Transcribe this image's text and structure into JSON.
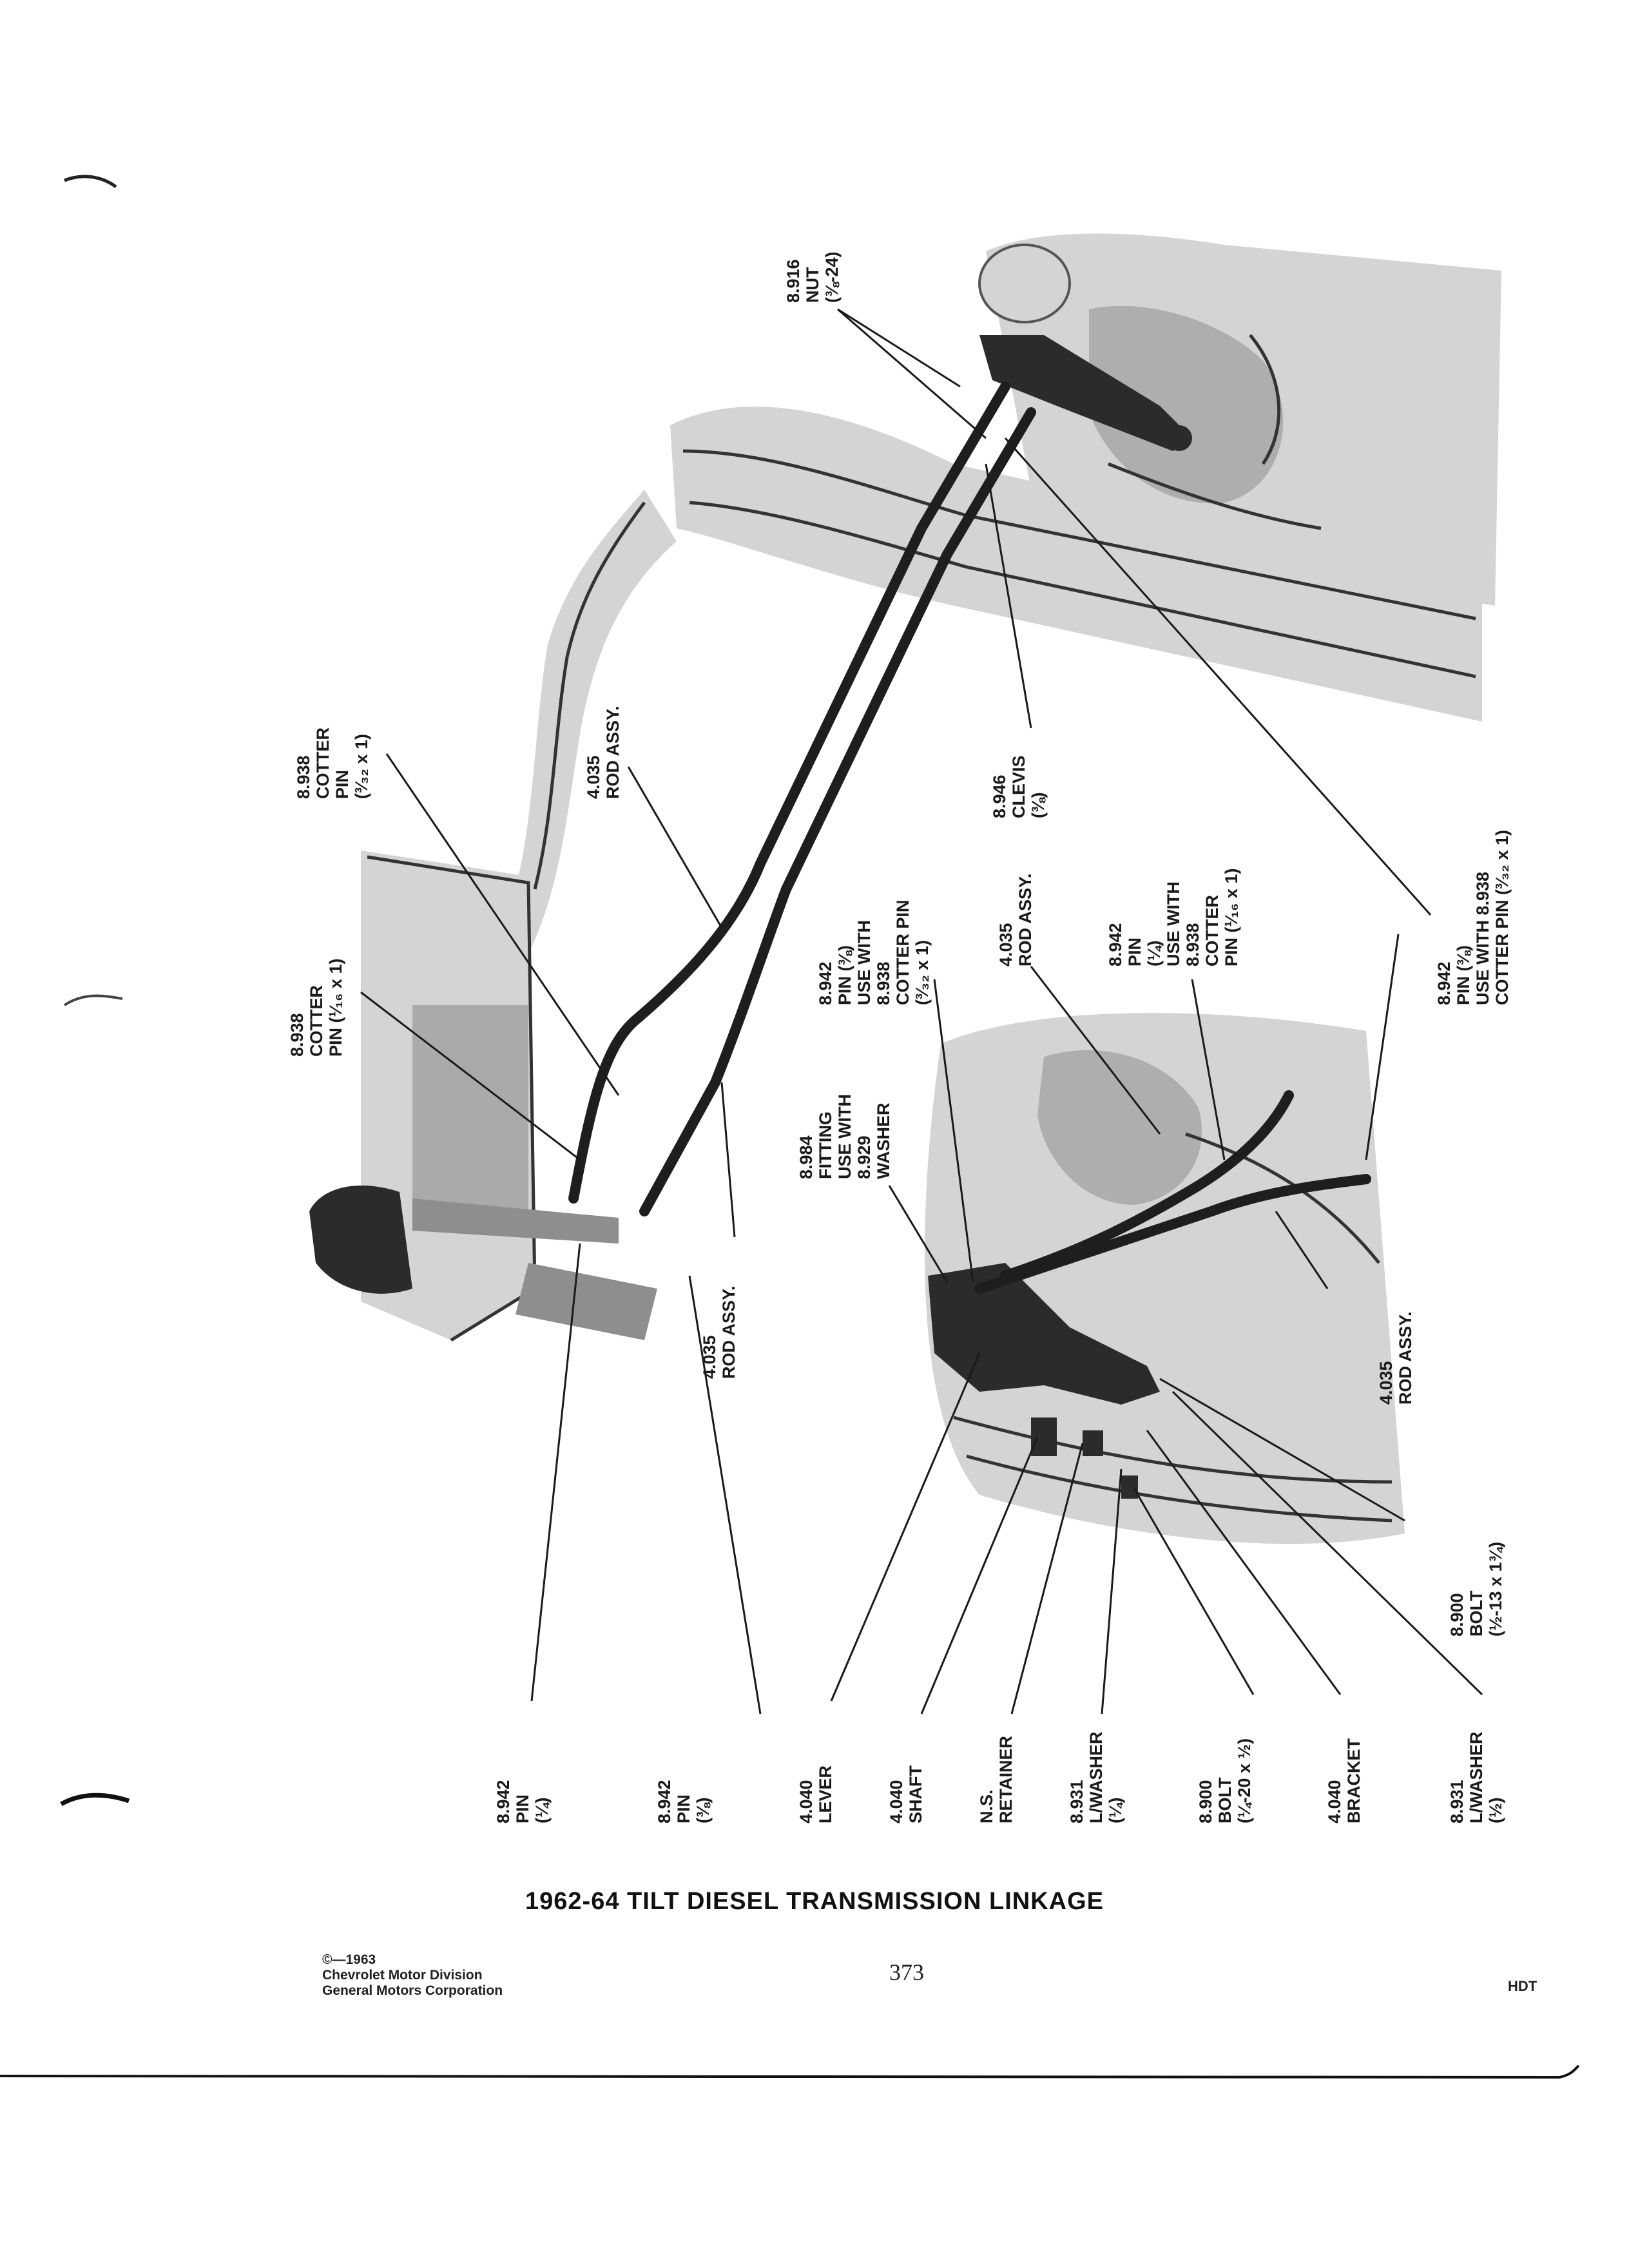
{
  "title": "1962-64 TILT DIESEL TRANSMISSION LINKAGE",
  "page_number": "373",
  "copyright": [
    "©—1963",
    "Chevrolet Motor Division",
    "General Motors Corporation"
  ],
  "section_code": "HDT",
  "callouts": {
    "nut_8916": [
      "8.916",
      "NUT",
      "(⅜-24)"
    ],
    "cotter_pin_top": [
      "8.938",
      "COTTER",
      "PIN",
      "(³⁄₃₂ x 1)"
    ],
    "rod_assy_upper": [
      "4.035",
      "ROD ASSY."
    ],
    "clevis_8946": [
      "8.946",
      "CLEVIS",
      "(⅜)"
    ],
    "cotter_pin_left": [
      "8.938",
      "COTTER",
      "PIN (¹⁄₁₆ x 1)"
    ],
    "pin_fitting_combo": [
      "8.942",
      "PIN (⅜)",
      "USE WITH",
      "8.938",
      "COTTER PIN",
      "(³⁄₃₂ x 1)"
    ],
    "rod_assy_mid": [
      "4.035",
      "ROD ASSY."
    ],
    "pin_quarter_cotter": [
      "8.942",
      "PIN",
      "(¼)",
      "USE WITH",
      "8.938",
      "COTTER",
      "PIN (¹⁄₁₆ x 1)"
    ],
    "pin_right_cotter": [
      "8.942",
      "PIN (⅜)",
      "USE WITH 8.938",
      "COTTER PIN (³⁄₃₂ x 1)"
    ],
    "fitting_8984": [
      "8.984",
      "FITTING",
      "USE WITH",
      "8.929",
      "WASHER"
    ],
    "rod_assy_lower_left": [
      "4.035",
      "ROD ASSY."
    ],
    "rod_assy_lower_right": [
      "4.035",
      "ROD ASSY."
    ],
    "bolt_half": [
      "8.900",
      "BOLT",
      "(½-13 x 1¾)"
    ],
    "pin_quarter_left": [
      "8.942",
      "PIN",
      "(¼)"
    ],
    "pin_threeeighths_left": [
      "8.942",
      "PIN",
      "(⅜)"
    ],
    "lever_4040": [
      "4.040",
      "LEVER"
    ],
    "shaft_4040": [
      "4.040",
      "SHAFT"
    ],
    "retainer_ns": [
      "N.S.",
      "RETAINER"
    ],
    "lwasher_quarter": [
      "8.931",
      "L/WASHER",
      "(¼)"
    ],
    "bolt_quarter": [
      "8.900",
      "BOLT",
      "(¼-20 x ½)"
    ],
    "bracket_4040": [
      "4.040",
      "BRACKET"
    ],
    "lwasher_half": [
      "8.931",
      "L/WASHER",
      "(½)"
    ]
  }
}
